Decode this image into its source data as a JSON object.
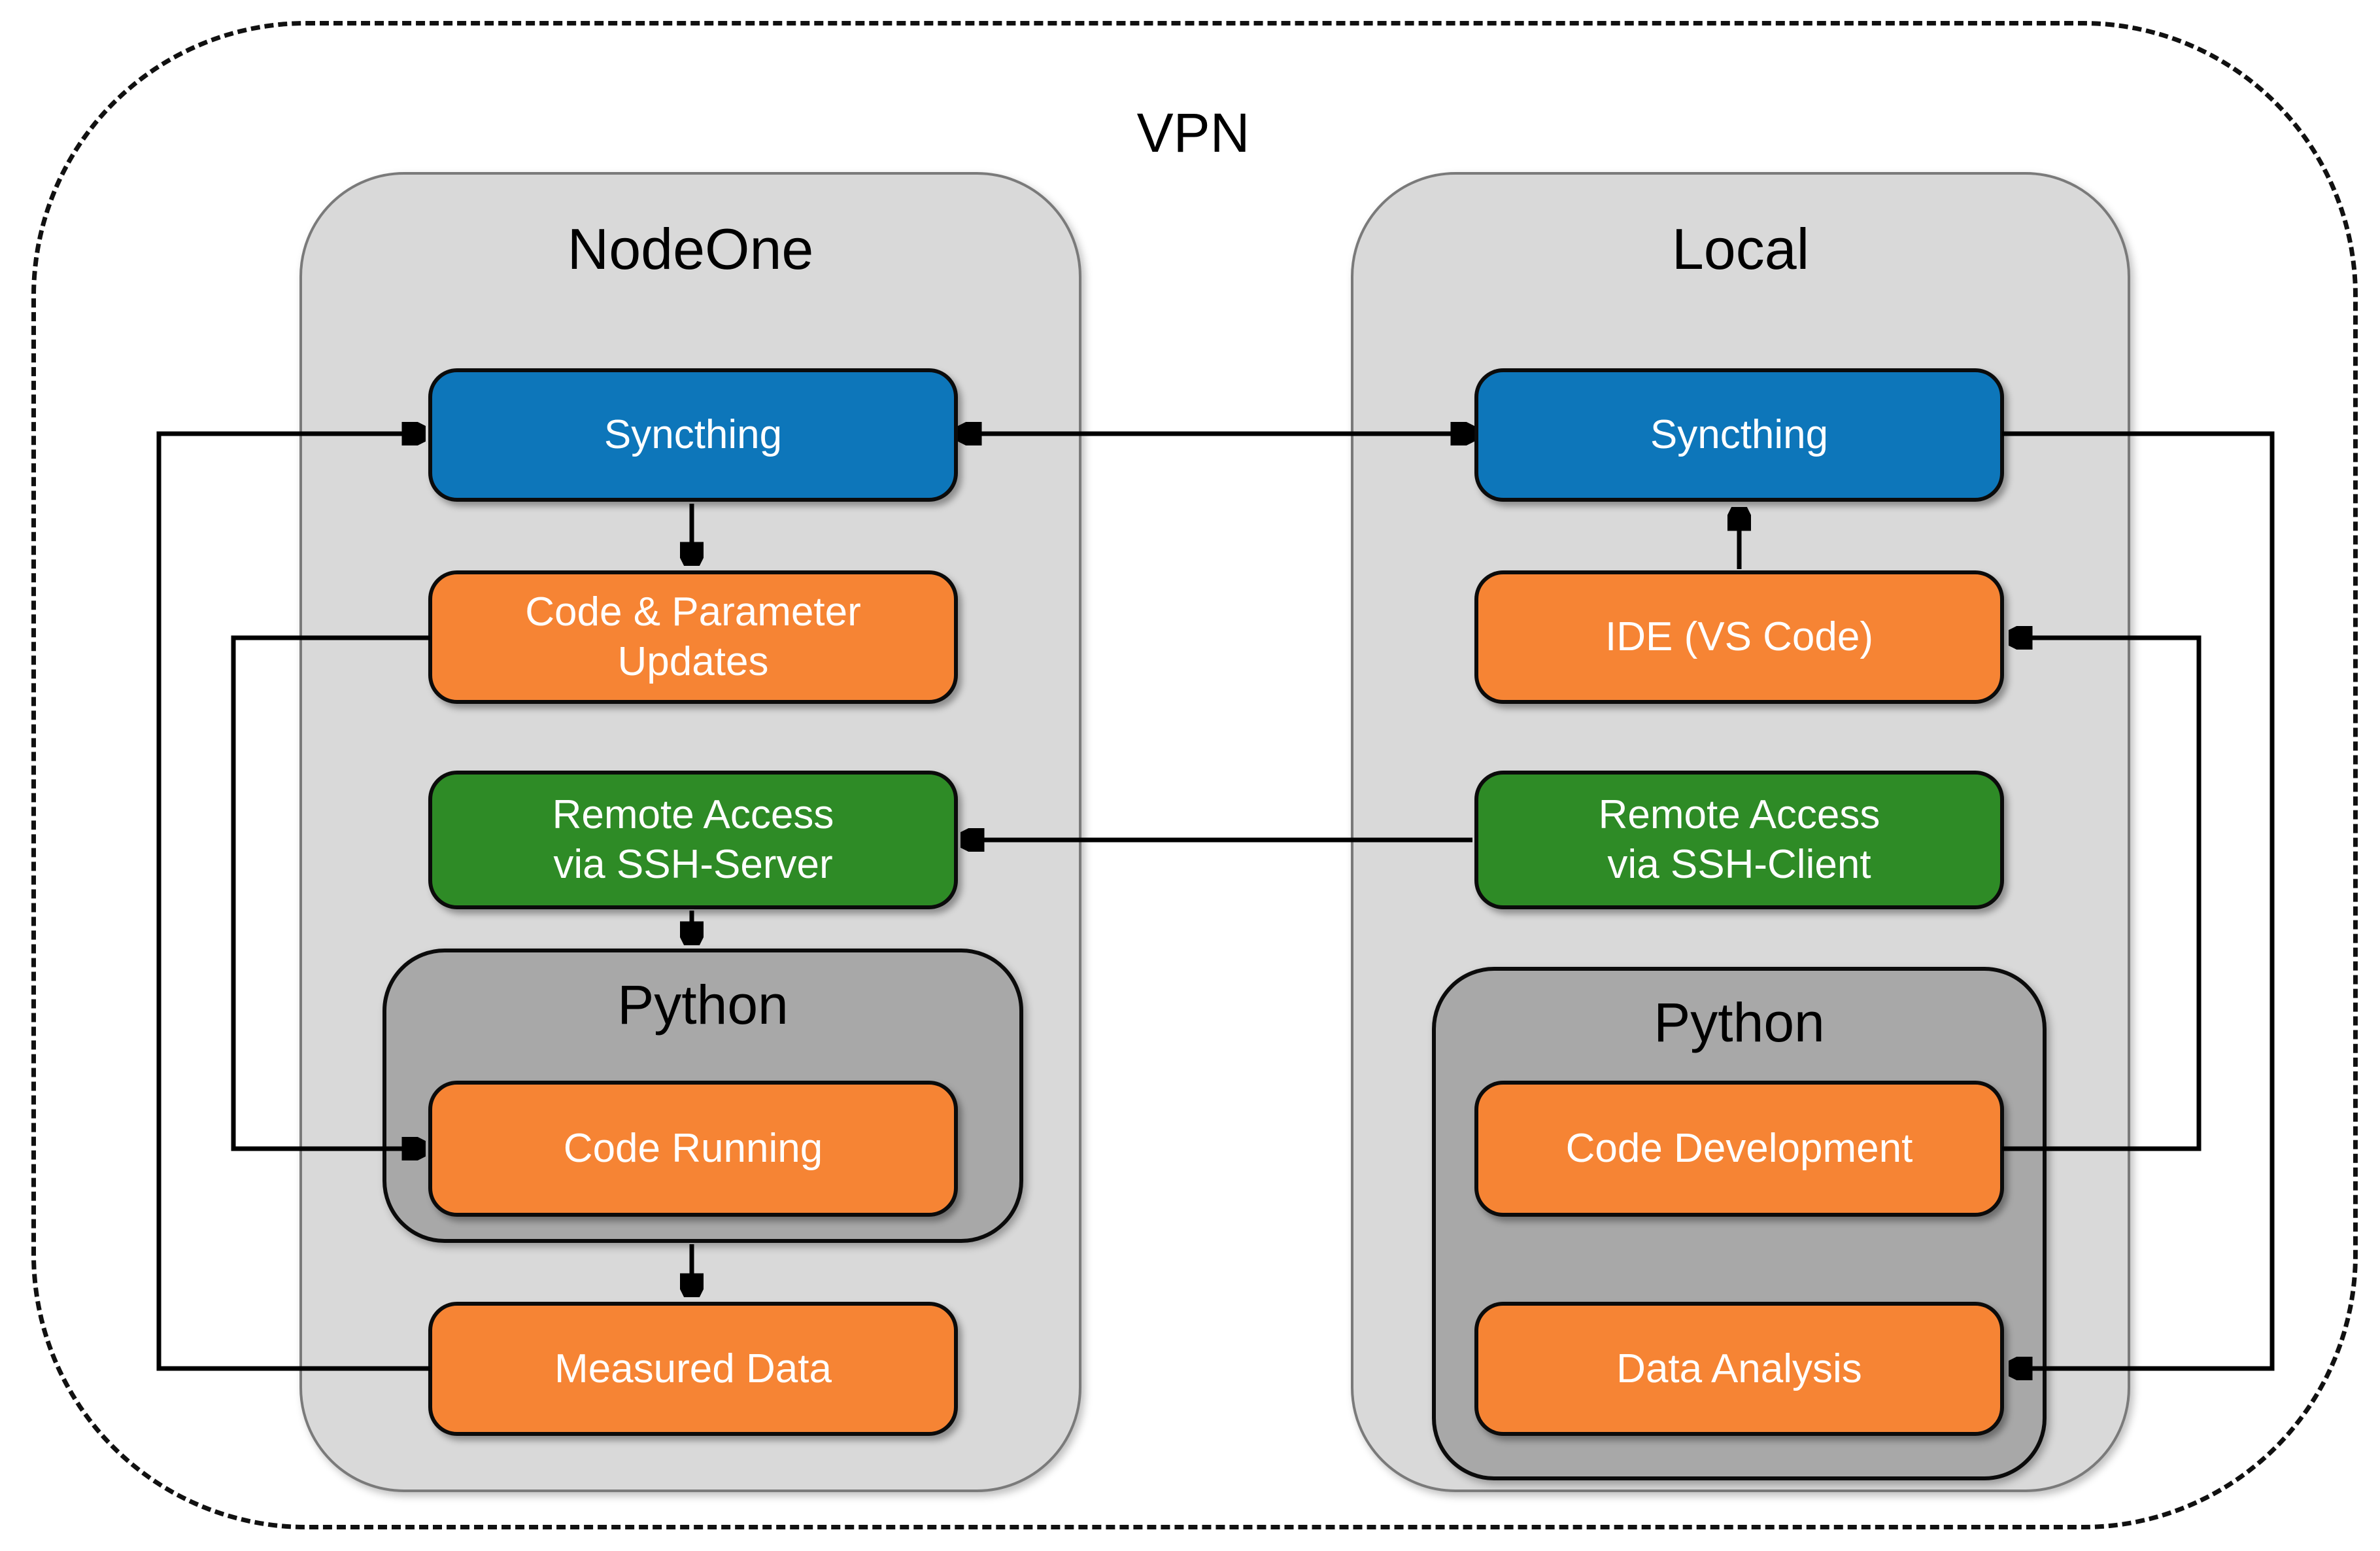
{
  "vpn": {
    "title": "VPN"
  },
  "colors": {
    "blue": "#0D76BA",
    "orange": "#F68434",
    "green": "#2E8B26",
    "container_bg": "#D9D9D9",
    "container_border": "#7A7A7A",
    "group_bg": "#A8A8A8",
    "line": "#000000",
    "box_text": "#FFFFFF",
    "title_text": "#000000"
  },
  "nodeone": {
    "title": "NodeOne",
    "boxes": {
      "syncthing": "Syncthing",
      "code_param": "Code & Parameter\nUpdates",
      "ssh_server": "Remote Access\nvia SSH-Server",
      "python": "Python",
      "code_running": "Code Running",
      "measured_data": "Measured Data"
    }
  },
  "local": {
    "title": "Local",
    "boxes": {
      "syncthing": "Syncthing",
      "ide": "IDE (VS Code)",
      "ssh_client": "Remote Access\nvia SSH-Client",
      "python": "Python",
      "code_development": "Code Development",
      "data_analysis": "Data Analysis"
    }
  },
  "connections": [
    {
      "from": "nodeone-syncthing",
      "to": "local-syncthing",
      "style": "bidirectional"
    },
    {
      "from": "nodeone-syncthing",
      "to": "nodeone-code-parameter-updates",
      "style": "arrow"
    },
    {
      "from": "nodeone-code-parameter-updates",
      "to": "nodeone-code-running",
      "style": "arrow"
    },
    {
      "from": "nodeone-measured-data",
      "to": "nodeone-syncthing",
      "style": "arrow"
    },
    {
      "from": "local-ssh-client",
      "to": "nodeone-ssh-server",
      "style": "arrow"
    },
    {
      "from": "nodeone-ssh-server",
      "to": "nodeone-python-group",
      "style": "arrow"
    },
    {
      "from": "nodeone-python-group",
      "to": "nodeone-measured-data",
      "style": "arrow"
    },
    {
      "from": "local-ide",
      "to": "local-syncthing",
      "style": "arrow"
    },
    {
      "from": "local-code-development",
      "to": "local-ide",
      "style": "arrow"
    },
    {
      "from": "local-syncthing",
      "to": "local-data-analysis",
      "style": "arrow"
    }
  ]
}
